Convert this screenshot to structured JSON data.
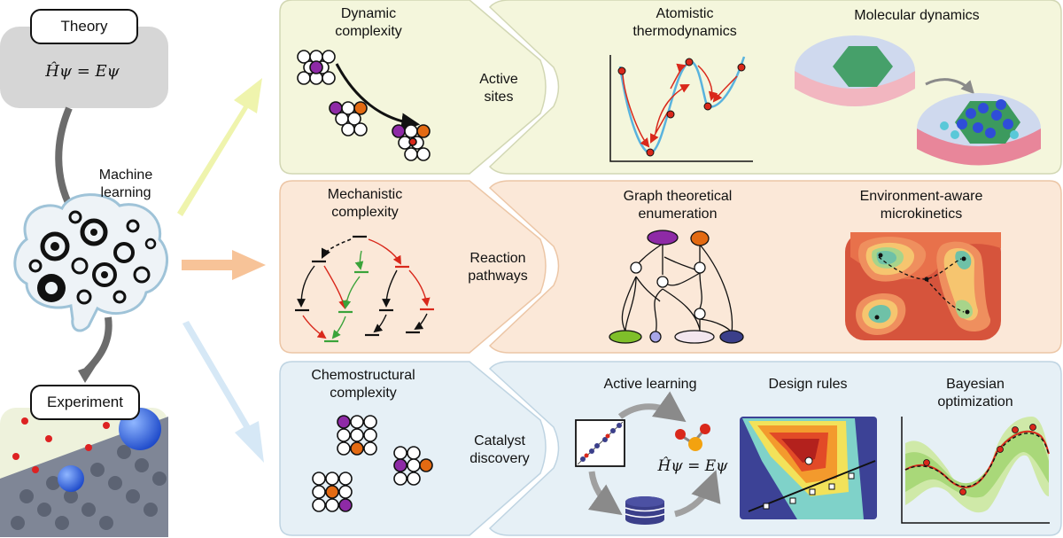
{
  "colors": {
    "yellow_panel": "#f4f6dc",
    "orange_panel": "#fbe8d8",
    "blue_panel": "#e6f0f6",
    "purple": "#8e2aa6",
    "orange": "#e36a12",
    "red": "#d9281b",
    "green": "#3aa33a",
    "curve_blue": "#59b3de"
  },
  "left": {
    "theory": "Theory",
    "equation": "Ĥψ = Eψ",
    "machine_learning_line1": "Machine",
    "machine_learning_line2": "learning",
    "experiment": "Experiment"
  },
  "rows": [
    {
      "complexity_line1": "Dynamic",
      "complexity_line2": "complexity",
      "side_line1": "Active",
      "side_line2": "sites",
      "panels": [
        {
          "line1": "Atomistic",
          "line2": "thermodynamics"
        },
        {
          "line1": "Molecular dynamics",
          "line2": ""
        }
      ]
    },
    {
      "complexity_line1": "Mechanistic",
      "complexity_line2": "complexity",
      "side_line1": "Reaction",
      "side_line2": "pathways",
      "panels": [
        {
          "line1": "Graph theoretical",
          "line2": "enumeration"
        },
        {
          "line1": "Environment-aware",
          "line2": "microkinetics"
        }
      ]
    },
    {
      "complexity_line1": "Chemostructural",
      "complexity_line2": "complexity",
      "side_line1": "Catalyst",
      "side_line2": "discovery",
      "panels": [
        {
          "line1": "Active learning",
          "line2": ""
        },
        {
          "line1": "Design rules",
          "line2": ""
        },
        {
          "line1": "Bayesian",
          "line2": "optimization"
        }
      ],
      "equation": "Ĥψ = Eψ"
    }
  ]
}
